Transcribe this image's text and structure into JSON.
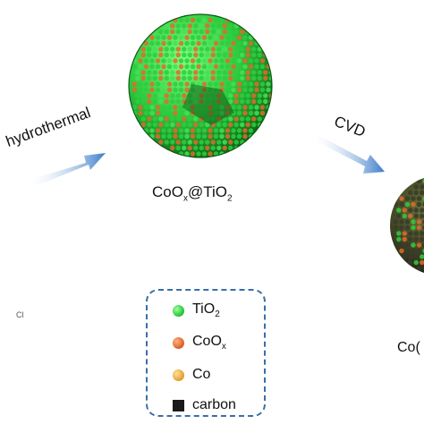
{
  "labels": {
    "hydrothermal": "hydrothermal",
    "cvd": "CVD",
    "product1_main": "CoO",
    "product1_sub": "x",
    "product1_rest": "@TiO",
    "product1_sub2": "2",
    "left_cut": "Cl",
    "right_cut": "Co("
  },
  "legend": {
    "tio2": {
      "label": "TiO",
      "sub": "2",
      "color": "#2ecc40"
    },
    "coox": {
      "label": "CoO",
      "sub": "x",
      "color": "#e06a2c"
    },
    "co": {
      "label": "Co",
      "color": "#e8a838"
    },
    "carbon": {
      "label": "carbon",
      "color": "#1a1a1a"
    }
  },
  "colors": {
    "arrow": "#3d7cc9",
    "sphere_green": "#2ecc40",
    "sphere_orange": "#e06a2c",
    "sphere_dark": "#3a3a2a",
    "legend_border": "#3a6fa8"
  }
}
